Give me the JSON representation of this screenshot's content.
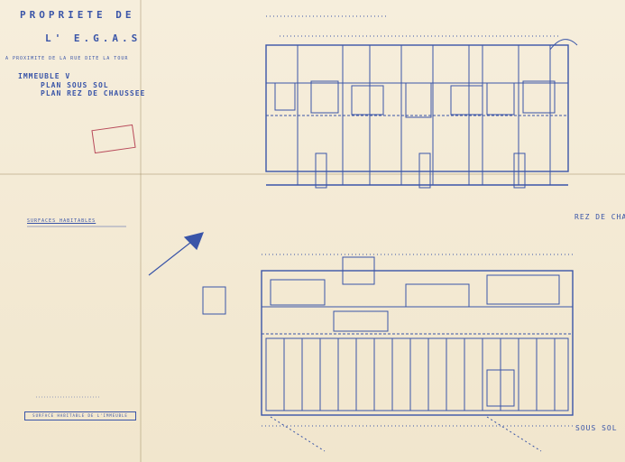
{
  "header": {
    "owner_line1": "PROPRIETE DE",
    "owner_line2": "L' E.G.A.S",
    "project_line": "A PROXIMITE DE LA RUE DITE LA TOUR",
    "building": "IMMEUBLE",
    "building_no": "V",
    "plan_title1": "PLAN SOUS SOL",
    "plan_title2": "PLAN REZ DE CHAUSSEE"
  },
  "drawing_labels": {
    "rez": "REZ DE CHAUSSEE",
    "sous_sol": "SOUS SOL"
  },
  "surfaces": {
    "heading": "SURFACES HABITABLES",
    "footer": "SURFACE HABITABLE DE L'IMMEUBLE"
  },
  "colors": {
    "ink": "#3a55a8",
    "paper": "#f3ead6",
    "stamp": "#b84a5a"
  }
}
